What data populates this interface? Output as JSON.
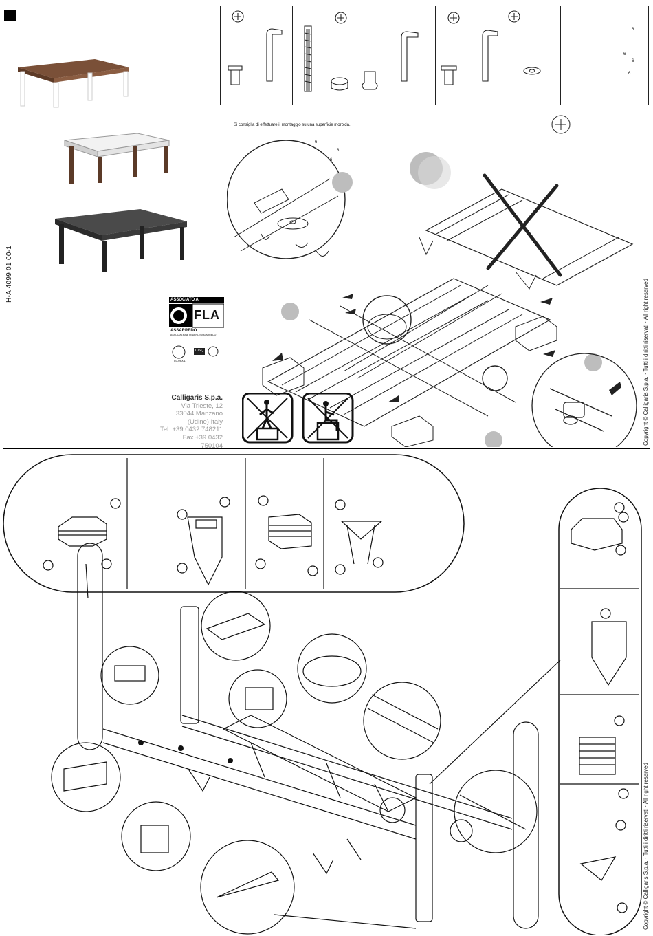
{
  "document": {
    "code": "H-A 4099 01 00-1",
    "advice": "Si consiglia di effettuare il montaggio su una superficie morbida.",
    "copyright": "Copyright © Calligaris S.p.a. · Tutti i diritti riservati · All right reserved",
    "association": {
      "header": "ASSOCIATO A",
      "brand": "FLA",
      "sub1": "ASSARREDO",
      "sub2": "ASSOCIAZIONE FEDERLEGNOARREDO",
      "cert1": "ISO 9001",
      "cert2": "CISQ"
    },
    "company": {
      "name": "Calligaris S.p.a.",
      "address": "Via Trieste, 12",
      "city": "33044 Manzano",
      "region": "(Udine) Italy",
      "tel": "Tel. +39 0432 748211",
      "fax": "Fax +39 0432 750104"
    },
    "small_marks": {
      "m1": "6",
      "m2": "8",
      "m3": "6",
      "m4": "6",
      "m5": "6",
      "m6": "6",
      "m7": "6"
    }
  },
  "colors": {
    "ink": "#111111",
    "grey_marker": "#bdbdbd",
    "light_grey": "#9a9a9a"
  },
  "icons": [
    "screw-icon",
    "allen-key-icon",
    "threaded-rod-icon",
    "foot-cap-icon",
    "washer-icon",
    "no-standing-icon",
    "no-sitting-icon",
    "cross-out-icon"
  ]
}
